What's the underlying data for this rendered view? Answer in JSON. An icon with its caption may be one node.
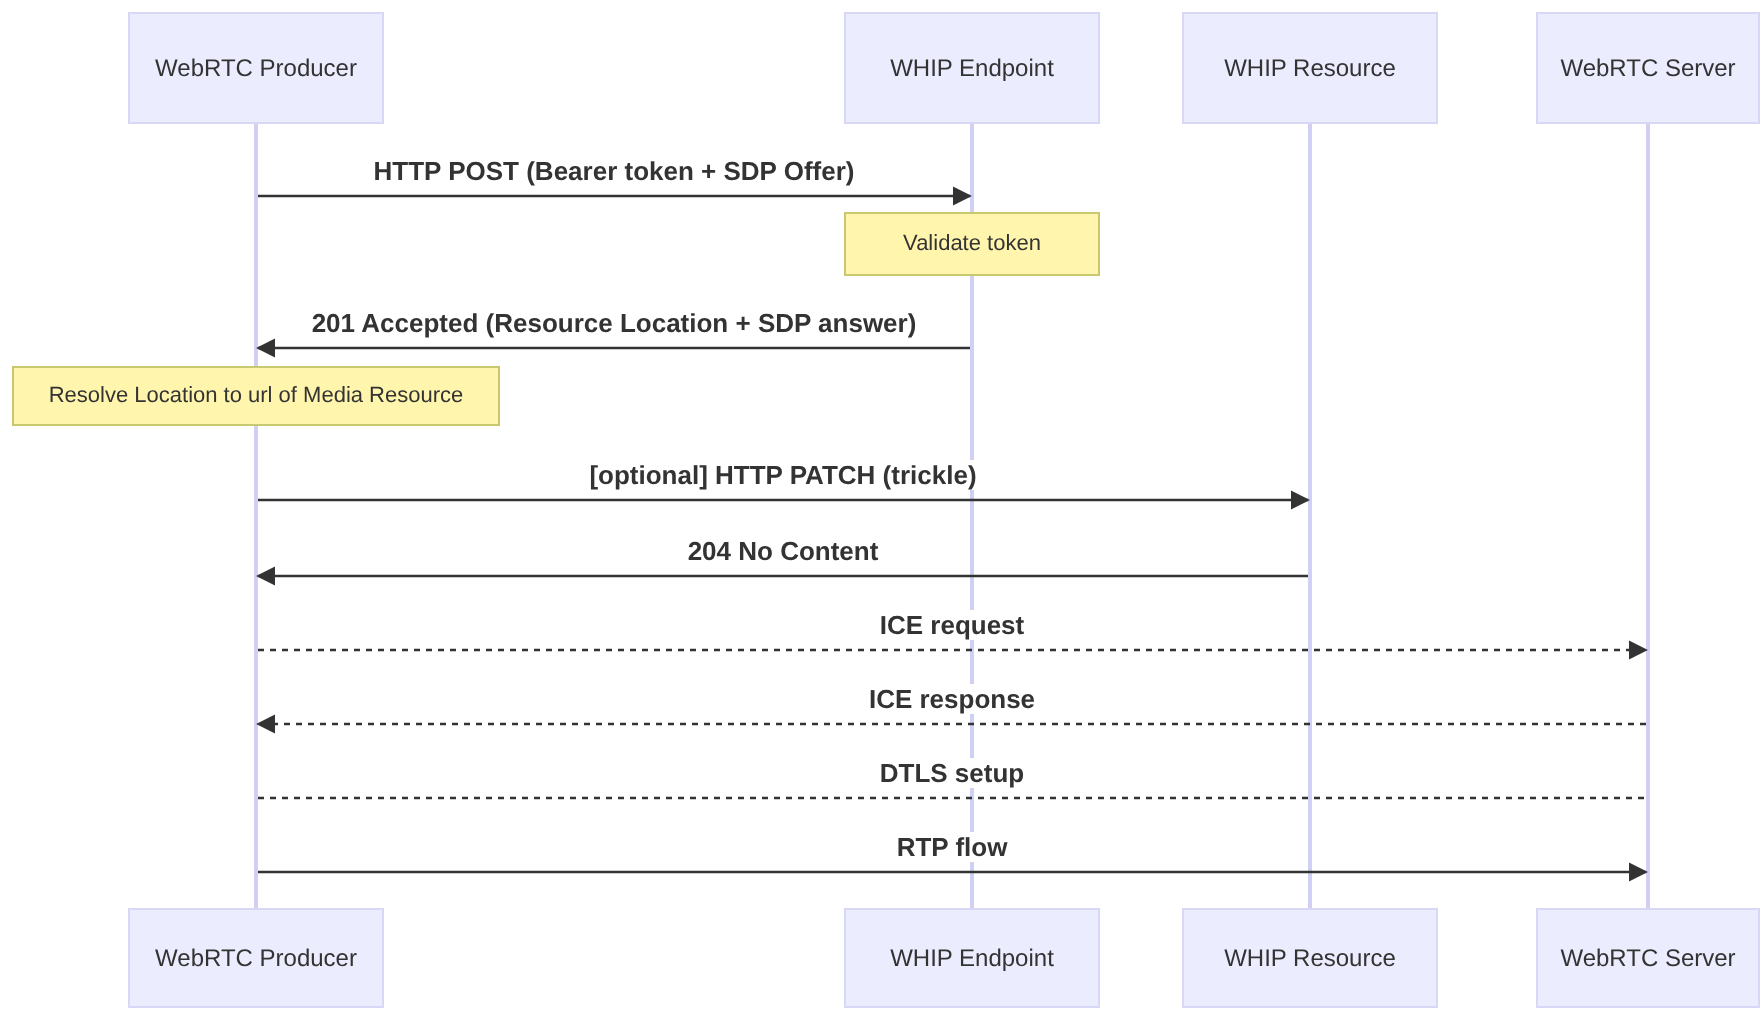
{
  "diagram": {
    "nodes": [
      {
        "text": [
          "WebRTC Producer"
        ]
      },
      {
        "text": [
          "WHIP Endpoint"
        ]
      },
      {
        "text": [
          "WHIP Resource"
        ]
      },
      {
        "text": [
          "WebRTC Server"
        ]
      },
      {
        "text": [],
        "shape": "bar"
      },
      {
        "text": [],
        "shape": "bar"
      },
      {
        "text": [],
        "shape": "bar"
      },
      {
        "text": [],
        "shape": "bar"
      },
      {
        "text": [
          "Validate token"
        ]
      },
      {
        "text": [],
        "shape": "bar"
      },
      {
        "text": [
          "Resolve Location to url of Media Resource"
        ]
      },
      {
        "text": [],
        "shape": "bar"
      },
      {
        "text": [
          "WebRTC Producer"
        ]
      },
      {
        "text": [
          "WHIP Endpoint"
        ]
      },
      {
        "text": [
          "WHIP Resource"
        ]
      },
      {
        "text": [
          "WebRTC Server"
        ]
      }
    ],
    "edges": [
      {
        "from": 4,
        "to": 5,
        "arrow": "to",
        "label": "HTTP POST (Bearer token + SDP Offer)"
      },
      {
        "from": 9,
        "to": 4,
        "arrow": "to",
        "label": "201 Accepted (Resource Location + SDP answer)"
      },
      {
        "from": 11,
        "to": 6,
        "arrow": "to",
        "label": "[optional] HTTP PATCH (trickle)"
      },
      {
        "from": 6,
        "to": 11,
        "arrow": "to",
        "label": "204 No Content"
      },
      {
        "from": 11,
        "to": 7,
        "arrow": "to",
        "label": "ICE request",
        "style": "dashed"
      },
      {
        "from": 7,
        "to": 11,
        "arrow": "to",
        "label": "ICE response",
        "style": "dashed"
      },
      {
        "from": 11,
        "to": 7,
        "arrow": "none",
        "label": "DTLS setup",
        "style": "dashed"
      },
      {
        "from": 11,
        "to": 7,
        "arrow": "to",
        "label": "RTP flow"
      }
    ]
  }
}
